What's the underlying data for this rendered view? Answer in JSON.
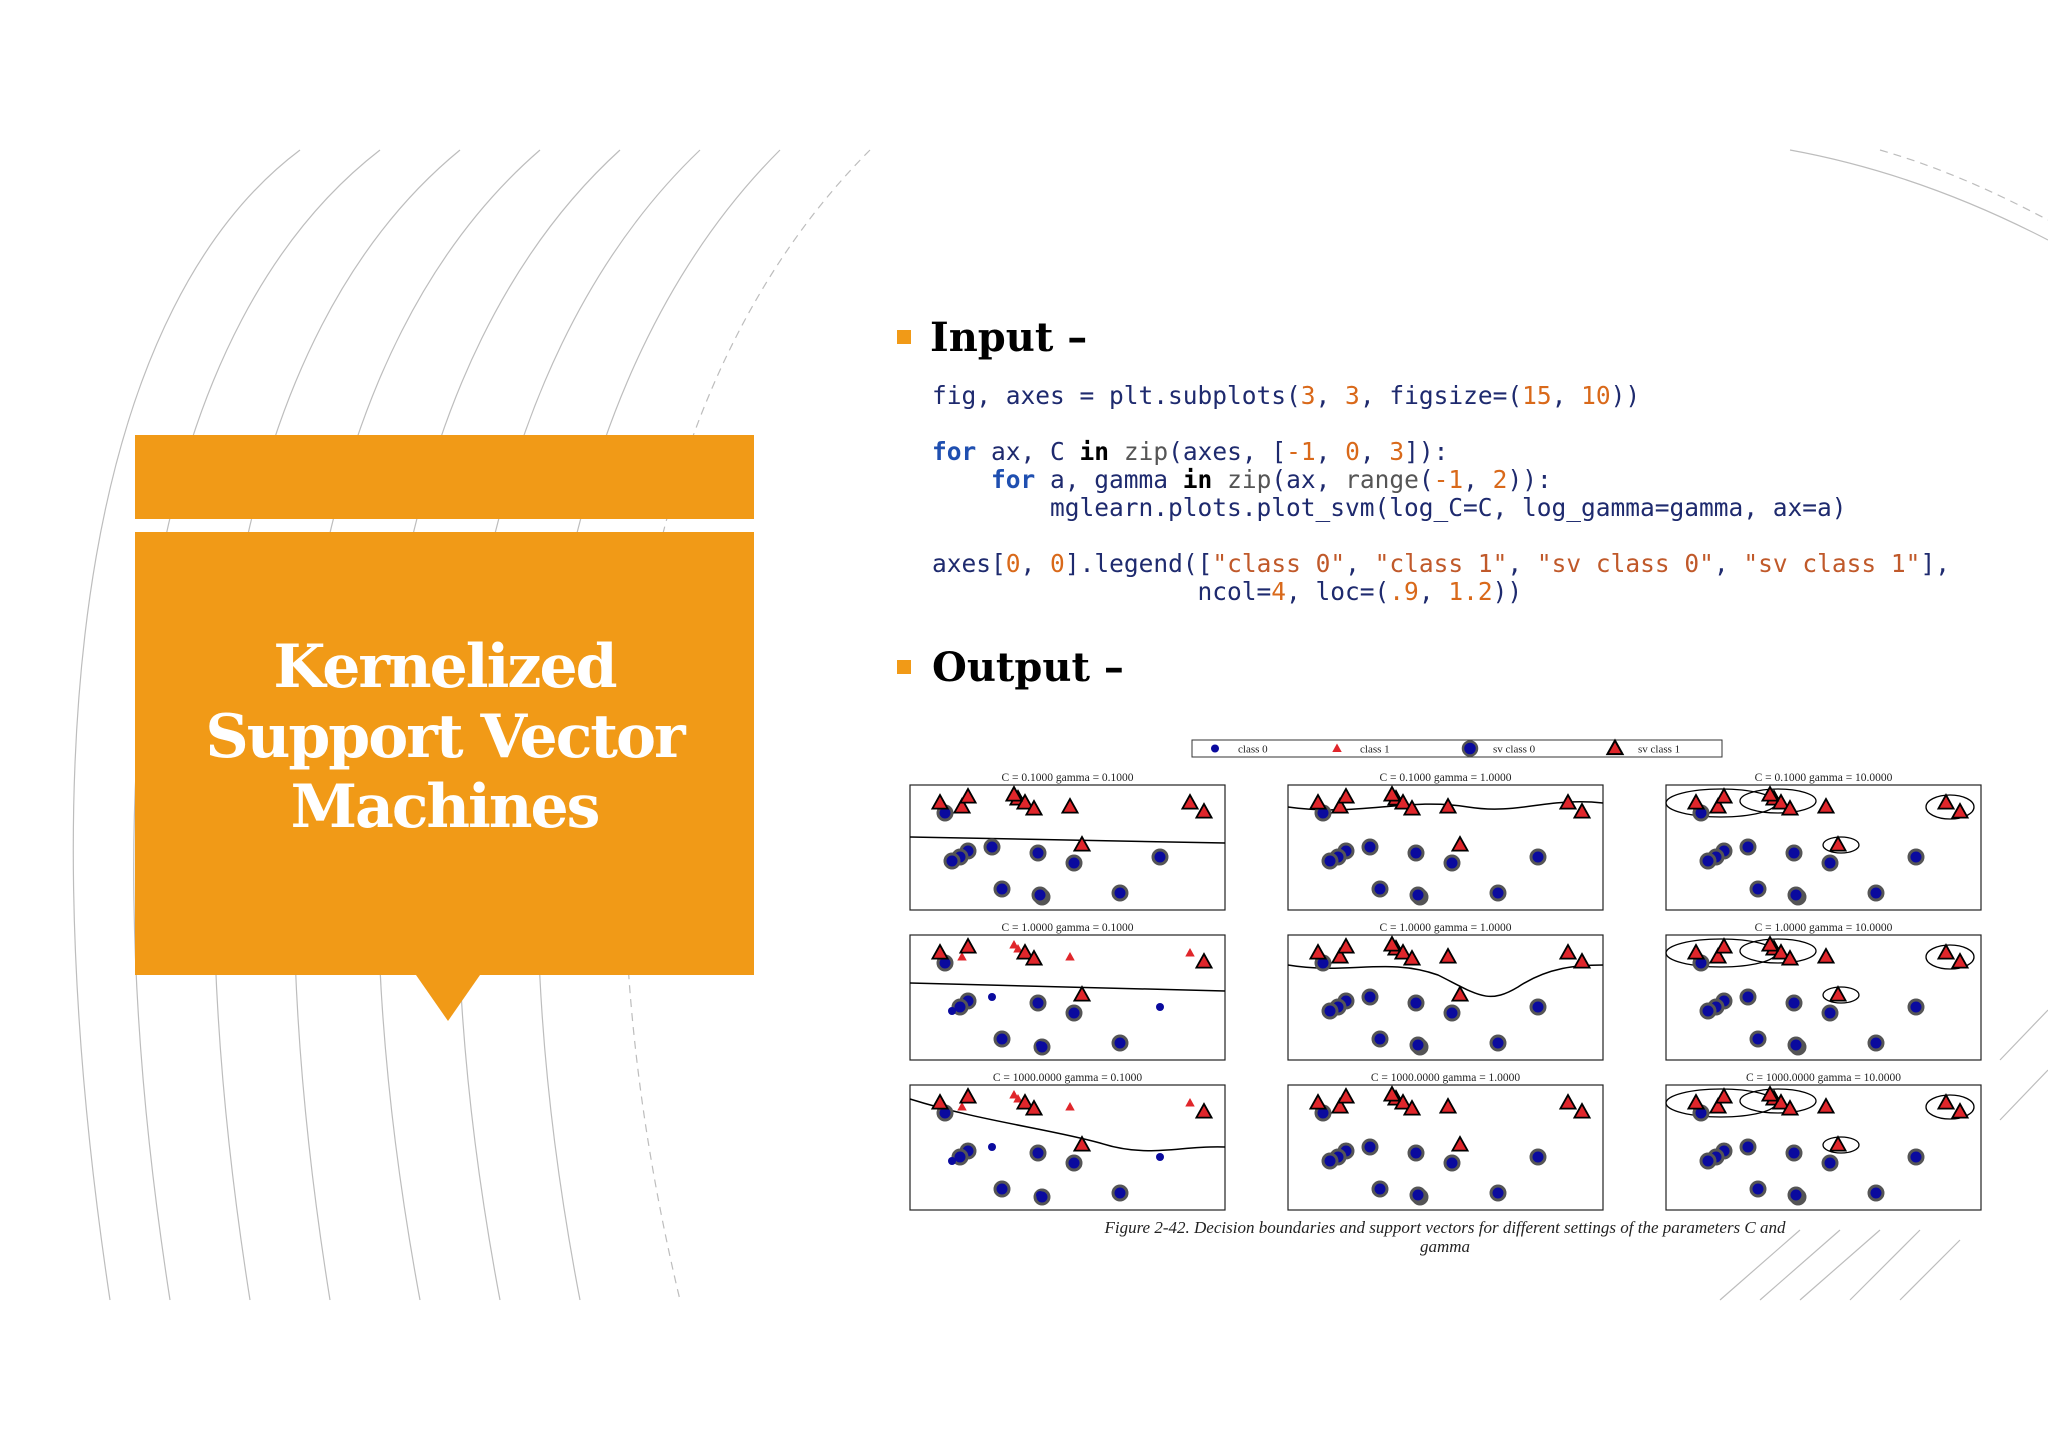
{
  "slide": {
    "title_lines": [
      "Kernelized",
      "Support Vector",
      "Machines"
    ],
    "input_heading": "Input –",
    "output_heading": "Output –",
    "code": [
      "fig, axes = plt.subplots(3, 3, figsize=(15, 10))",
      "",
      "for ax, C in zip(axes, [-1, 0, 3]):",
      "    for a, gamma in zip(ax, range(-1, 2)):",
      "        mglearn.plots.plot_svm(log_C=C, log_gamma=gamma, ax=a)",
      "",
      "axes[0, 0].legend([\"class 0\", \"class 1\", \"sv class 0\", \"sv class 1\"],",
      "                  ncol=4, loc=(.9, 1.2))"
    ],
    "accent_color": "#F19A17"
  },
  "figure": {
    "legend": [
      "class 0",
      "class 1",
      "sv class 0",
      "sv class 1"
    ],
    "caption": "Figure 2-42. Decision boundaries and support vectors for different settings of the parameters C and gamma",
    "panel_titles": [
      [
        "C = 0.1000 gamma = 0.1000",
        "C = 0.1000 gamma = 1.0000",
        "C = 0.1000 gamma = 10.0000"
      ],
      [
        "C = 1.0000 gamma = 0.1000",
        "C = 1.0000 gamma = 1.0000",
        "C = 1.0000 gamma = 10.0000"
      ],
      [
        "C = 1000.0000 gamma = 0.1000",
        "C = 1000.0000 gamma = 1.0000",
        "C = 1000.0000 gamma = 10.0000"
      ]
    ],
    "class_colors": {
      "class0": "#0a0a9e",
      "class1": "#e0262b",
      "sv_ring": "#555555"
    }
  }
}
